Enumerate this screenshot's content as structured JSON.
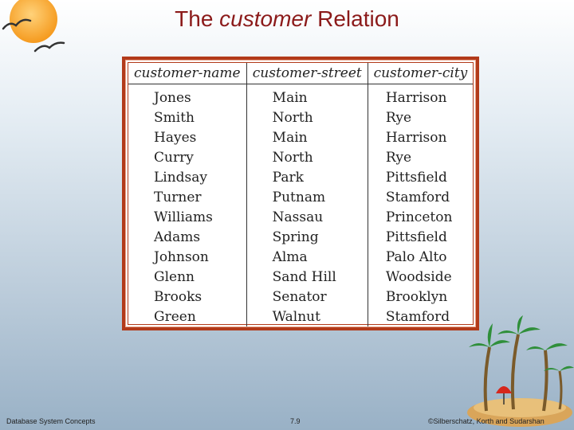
{
  "slide": {
    "title_part1": "The ",
    "title_italic": "customer",
    "title_part2": " Relation"
  },
  "table": {
    "headers": [
      "customer-name",
      "customer-street",
      "customer-city"
    ],
    "rows": [
      [
        "Jones",
        "Main",
        "Harrison"
      ],
      [
        "Smith",
        "North",
        "Rye"
      ],
      [
        "Hayes",
        "Main",
        "Harrison"
      ],
      [
        "Curry",
        "North",
        "Rye"
      ],
      [
        "Lindsay",
        "Park",
        "Pittsfield"
      ],
      [
        "Turner",
        "Putnam",
        "Stamford"
      ],
      [
        "Williams",
        "Nassau",
        "Princeton"
      ],
      [
        "Adams",
        "Spring",
        "Pittsfield"
      ],
      [
        "Johnson",
        "Alma",
        "Palo Alto"
      ],
      [
        "Glenn",
        "Sand Hill",
        "Woodside"
      ],
      [
        "Brooks",
        "Senator",
        "Brooklyn"
      ],
      [
        "Green",
        "Walnut",
        "Stamford"
      ]
    ]
  },
  "footer": {
    "left": "Database System Concepts",
    "page": "7.9",
    "right": "©Silberschatz, Korth and Sudarshan"
  },
  "decor": {
    "logo_icon": "sun-and-birds-icon",
    "island_icon": "palm-island-icon",
    "colors": {
      "title": "#8b1a1a",
      "table_border": "#b23a1a",
      "sun": "#f7a12a"
    }
  }
}
